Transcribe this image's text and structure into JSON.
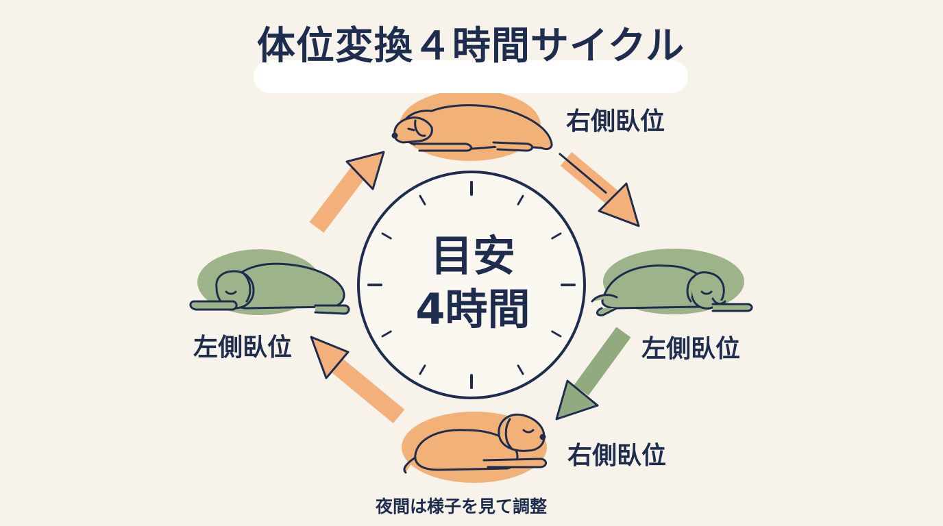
{
  "title": "体位変換４時間サイクル",
  "center": {
    "line1": "目安",
    "line2": "4時間"
  },
  "positions": [
    {
      "label": "右側臥位",
      "color": "#f2b176",
      "icon": "dog-lying-icon"
    },
    {
      "label": "左側臥位",
      "color": "#9db48a",
      "icon": "dog-lying-icon"
    },
    {
      "label": "右側臥位",
      "color": "#f2b176",
      "icon": "dog-lying-icon"
    },
    {
      "label": "左側臥位",
      "color": "#9db48a",
      "icon": "dog-lying-icon"
    }
  ],
  "note": "夜間は様子を見て調整",
  "colors": {
    "background": "#f7f3ea",
    "navy": "#1e2d4e",
    "orange": "#f2b176",
    "orange_arrow": "#f3b07a",
    "green": "#9db48a",
    "green_arrow": "#92aa80"
  }
}
